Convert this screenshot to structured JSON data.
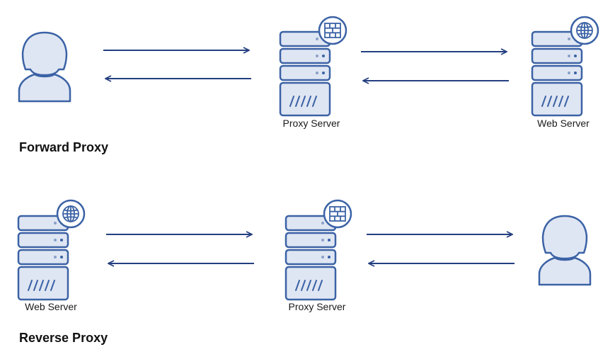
{
  "colors": {
    "stroke": "#3b62a5",
    "fill": "#dfe6f3",
    "arrow": "#243f80",
    "white": "#ffffff"
  },
  "forward": {
    "title": "Forward Proxy",
    "client_icon": "user-icon",
    "proxy_label": "Proxy Server",
    "proxy_badge_icon": "firewall-icon",
    "web_label": "Web Server",
    "web_badge_icon": "globe-icon"
  },
  "reverse": {
    "title": "Reverse Proxy",
    "web_label": "Web Server",
    "web_badge_icon": "globe-icon",
    "proxy_label": "Proxy Server",
    "proxy_badge_icon": "firewall-icon",
    "client_icon": "user-icon"
  }
}
